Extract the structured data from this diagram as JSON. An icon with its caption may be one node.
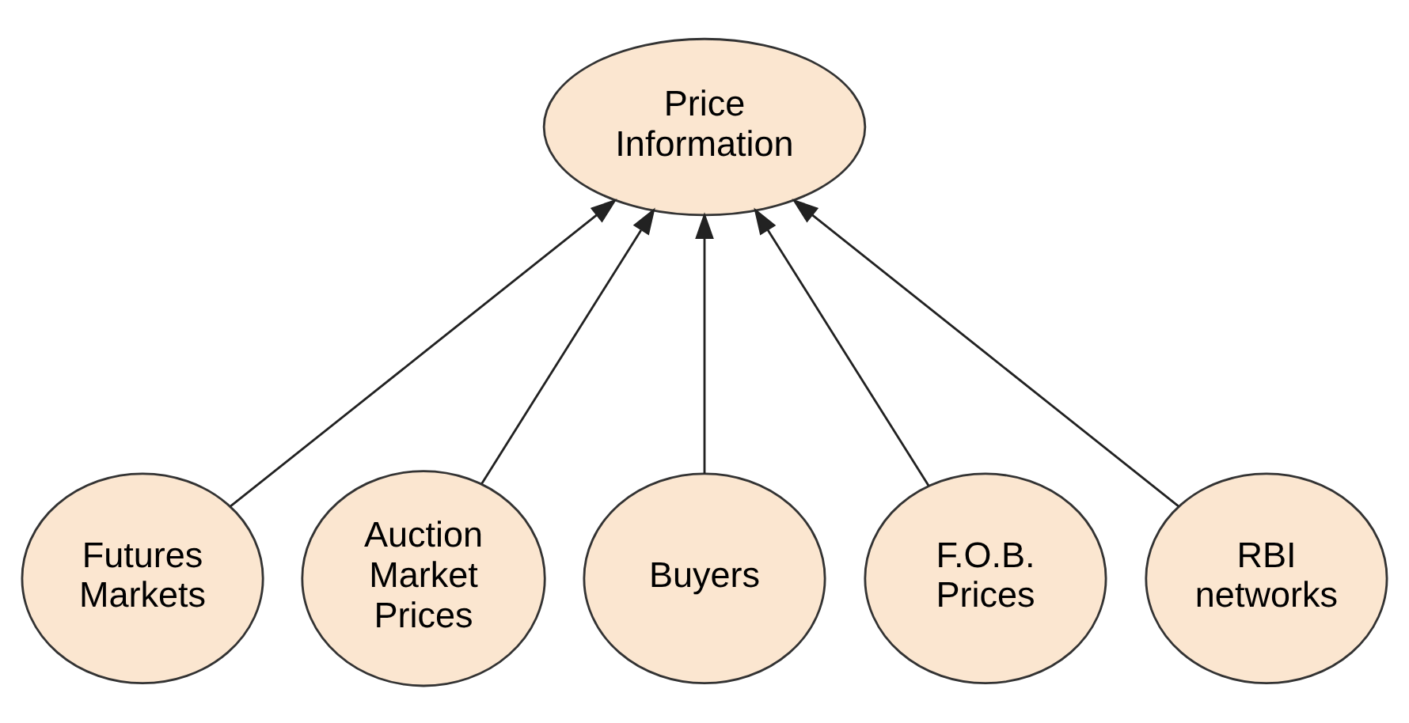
{
  "diagram": {
    "nodes": [
      {
        "text": [
          "Price Information"
        ]
      },
      {
        "text": [
          "Futures Markets"
        ]
      },
      {
        "text": [
          "Auction Market Prices"
        ]
      },
      {
        "text": [
          "Buyers"
        ]
      },
      {
        "text": [
          "F.O.B. Prices"
        ]
      },
      {
        "text": [
          "RBI networks"
        ]
      }
    ],
    "edges": [
      {
        "from": 1,
        "to": 0,
        "arrow": "to"
      },
      {
        "from": 2,
        "to": 0,
        "arrow": "to"
      },
      {
        "from": 3,
        "to": 0,
        "arrow": "to"
      },
      {
        "from": 4,
        "to": 0,
        "arrow": "to"
      },
      {
        "from": 5,
        "to": 0,
        "arrow": "to"
      }
    ]
  }
}
